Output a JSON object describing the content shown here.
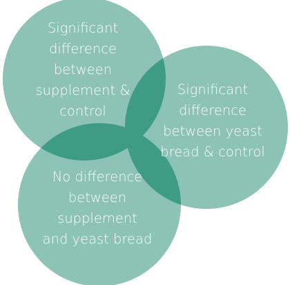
{
  "colors": {
    "circle_fill": "#8dc3b4",
    "overlap_fill": "#3e9c82",
    "text": "#ffffff"
  },
  "circles": [
    {
      "name": "supplement-vs-control",
      "lines": [
        "Significant",
        "difference",
        "between",
        "supplement &",
        "control"
      ]
    },
    {
      "name": "yeast-bread-vs-control",
      "lines": [
        "Significant",
        "difference",
        "between yeast",
        "bread & control"
      ]
    },
    {
      "name": "supplement-vs-yeast-bread",
      "lines": [
        "No difference",
        "between",
        "supplement",
        "and yeast bread"
      ]
    }
  ]
}
